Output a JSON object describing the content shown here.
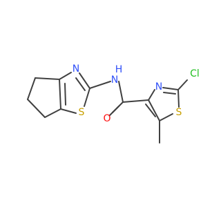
{
  "molecule": {
    "atoms": {
      "n_thiazole_left": {
        "symbol": "N",
        "color": "#3050F8"
      },
      "nh_amide": {
        "symbol": "N",
        "h_label": "H",
        "color": "#3050F8"
      },
      "s_thiazole_left": {
        "symbol": "S",
        "color": "#C8A000"
      },
      "n_thiazole_right": {
        "symbol": "N",
        "color": "#3050F8"
      },
      "cl_substituent": {
        "symbol": "Cl",
        "color": "#1FBF1F"
      },
      "s_thiazole_right": {
        "symbol": "S",
        "color": "#C8A000"
      },
      "o_carbonyl": {
        "symbol": "O",
        "color": "#FF0D0D"
      }
    }
  }
}
